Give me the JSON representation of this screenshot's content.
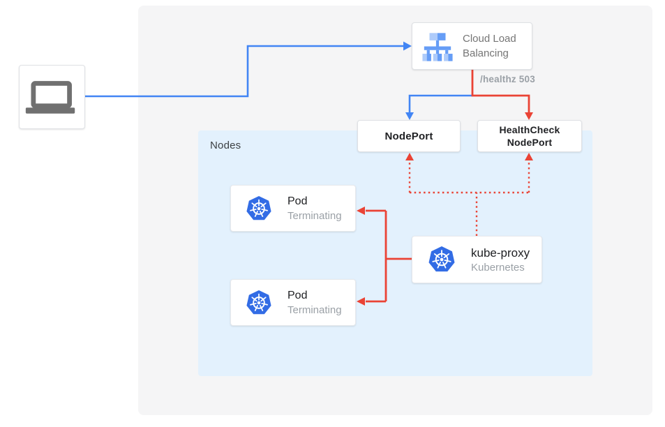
{
  "diagram": {
    "nodes_panel_label": "Nodes",
    "client": {
      "icon": "laptop-icon"
    },
    "load_balancer": {
      "name": "Cloud Load Balancing",
      "line1": "Cloud Load",
      "line2": "Balancing",
      "icon": "cloud-load-balancing-icon"
    },
    "healthz_label": "/healthz 503",
    "node_port_label": "NodePort",
    "health_check_node_port": {
      "line1": "HealthCheck",
      "line2": "NodePort"
    },
    "pods": [
      {
        "title": "Pod",
        "status": "Terminating",
        "icon": "kubernetes-icon"
      },
      {
        "title": "Pod",
        "status": "Terminating",
        "icon": "kubernetes-icon"
      }
    ],
    "kube_proxy": {
      "title": "kube-proxy",
      "subtitle": "Kubernetes",
      "icon": "kubernetes-icon"
    },
    "colors": {
      "blue_arrow": "#4285F4",
      "red_arrow": "#EA4335",
      "outer_panel_bg": "#F5F5F6",
      "nodes_panel_bg": "#E3F1FD",
      "kubernetes_blue": "#326CE5",
      "lb_icon_blue": "#669DF6",
      "lb_icon_light_blue": "#AECBFA",
      "laptop_gray": "#707070",
      "text_primary": "#202124",
      "text_secondary": "#9AA0A6",
      "lb_text_gray": "#757575"
    }
  }
}
